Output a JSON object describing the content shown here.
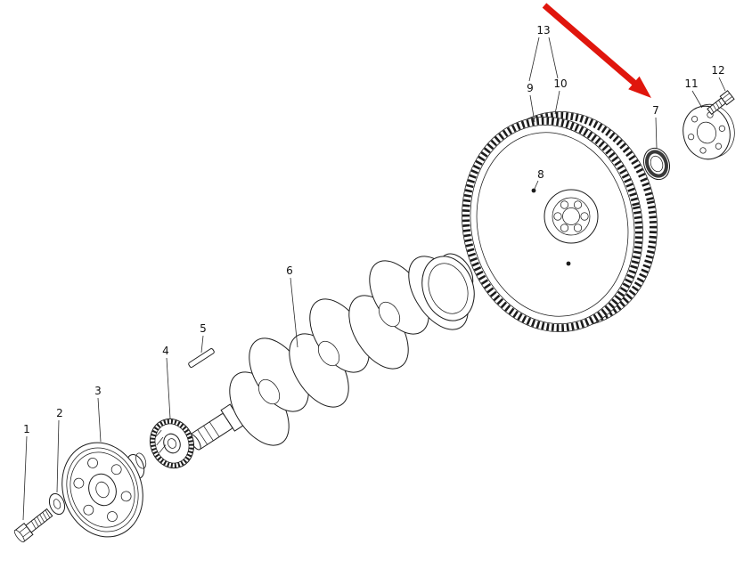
{
  "diagram": {
    "type": "exploded-parts-diagram",
    "background": "#ffffff",
    "line_color": "#1c1c1c",
    "labels": [
      "1",
      "2",
      "3",
      "4",
      "5",
      "6",
      "7",
      "8",
      "9",
      "10",
      "11",
      "12",
      "13"
    ],
    "arrow": {
      "color": "#e0160d",
      "points_to_label": "7"
    },
    "parts": [
      {
        "label": "1",
        "name": "hex-bolt"
      },
      {
        "label": "2",
        "name": "washer"
      },
      {
        "label": "3",
        "name": "belt-pulley"
      },
      {
        "label": "4",
        "name": "timing-gear"
      },
      {
        "label": "5",
        "name": "shaft-key"
      },
      {
        "label": "6",
        "name": "crankshaft"
      },
      {
        "label": "7",
        "name": "bearing"
      },
      {
        "label": "8",
        "name": "dowel-pin"
      },
      {
        "label": "9",
        "name": "flywheel"
      },
      {
        "label": "10",
        "name": "ring-gear"
      },
      {
        "label": "11",
        "name": "flange-plate"
      },
      {
        "label": "12",
        "name": "flange-bolt"
      },
      {
        "label": "13",
        "name": "flywheel-assembly"
      }
    ]
  }
}
